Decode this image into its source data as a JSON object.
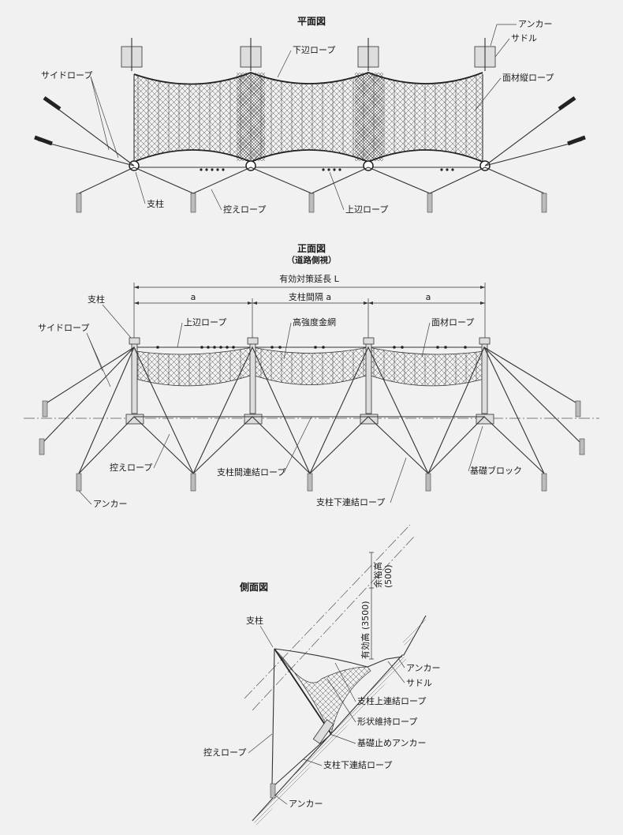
{
  "plan": {
    "title": "平面図",
    "labels": {
      "anchor": "アンカー",
      "saddle": "サドル",
      "lower_rope": "下辺ロープ",
      "side_rope": "サイドロープ",
      "panel_vertical_rope": "面材縦ロープ",
      "post": "支柱",
      "guy_rope": "控えロープ",
      "upper_rope": "上辺ロープ"
    }
  },
  "front": {
    "title": "正面図",
    "subtitle": "（道路側視）",
    "dims": {
      "total": "有効対策延長 L",
      "span_a": "a",
      "post_spacing": "支柱間隔 a"
    },
    "labels": {
      "post": "支柱",
      "upper_rope": "上辺ロープ",
      "mesh": "高強度金網",
      "panel_rope": "面材ロープ",
      "side_rope": "サイドロープ",
      "guy_rope": "控えロープ",
      "inter_post_rope": "支柱間連結ロープ",
      "foundation_block": "基礎ブロック",
      "anchor": "アンカー",
      "post_lower_rope": "支柱下連結ロープ"
    }
  },
  "side": {
    "title": "側面図",
    "dims": {
      "margin_height": "余裕高",
      "margin_value": "(500)",
      "effective_height": "有効高",
      "effective_value": "(3500)"
    },
    "labels": {
      "post": "支柱",
      "anchor_top": "アンカー",
      "saddle": "サドル",
      "post_upper_rope": "支柱上連結ロープ",
      "shape_rope": "形状維持ロープ",
      "foundation_anchor": "基礎止めアンカー",
      "guy_rope": "控えロープ",
      "post_lower_rope": "支柱下連結ロープ",
      "anchor_bottom": "アンカー"
    }
  }
}
